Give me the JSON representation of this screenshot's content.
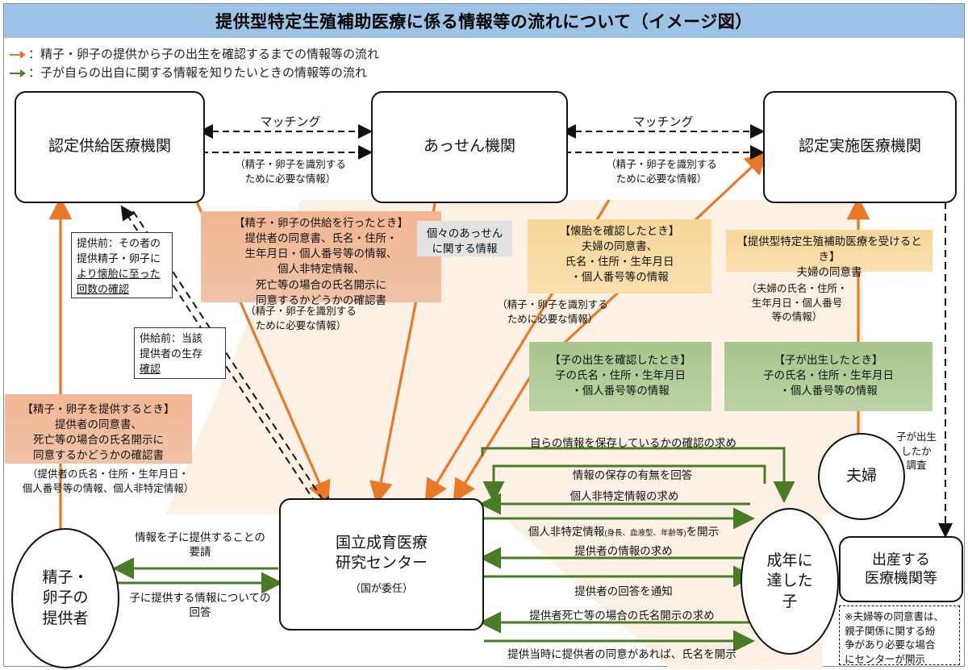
{
  "header": {
    "title": "提供型特定生殖補助医療に係る情報等の流れについて（イメージ図）"
  },
  "legend": [
    {
      "arrow_color": "#e8792b",
      "text": "：精子・卵子の提供から子の出生を確認するまでの情報等の流れ"
    },
    {
      "arrow_color": "#4a7c27",
      "text": "：子が自らの出自に関する情報を知りたいときの情報等の流れ"
    }
  ],
  "nodes": {
    "supply_clinic": "認定供給医療機関",
    "broker": "あっせん機関",
    "impl_clinic": "認定実施医療機関",
    "center_line1": "国立成育医療",
    "center_line2": "研究センター",
    "center_sub": "（国が委任）",
    "donor_l1": "精子・",
    "donor_l2": "卵子の",
    "donor_l3": "提供者",
    "adult_child_l1": "成年に",
    "adult_child_l2": "達した",
    "adult_child_l3": "子",
    "couple": "夫婦",
    "birth_clinic_l1": "出産する",
    "birth_clinic_l2": "医療機関等"
  },
  "matching": {
    "label_left": "マッチング",
    "label_right": "マッチング",
    "sub_left_l1": "（精子・卵子を識別する",
    "sub_left_l2": "ために必要な情報）",
    "sub_right_l1": "（精子・卵子を識別する",
    "sub_right_l2": "ために必要な情報）"
  },
  "info_boxes": {
    "supply_event": {
      "color": "#f3b693",
      "lines": [
        "【精子・卵子の供給を行ったとき】",
        "提供者の同意書、氏名・住所・",
        "生年月日・個人番号等の情報、",
        "個人非特定情報、",
        "死亡等の場合の氏名開示に",
        "同意するかどうかの確認書"
      ],
      "caption_l1": "（精子・卵子を識別する",
      "caption_l2": "ために必要な情報）"
    },
    "donate_event": {
      "color": "#f3b693",
      "lines": [
        "【精子・卵子を提供するとき】",
        "提供者の同意書、",
        "死亡等の場合の氏名開示に",
        "同意するかどうかの確認書"
      ],
      "caption_l1": "（提供者の氏名・住所・生年月日・",
      "caption_l2": "個人番号等の情報、個人非特定情報）"
    },
    "brokerage_info": {
      "color": "#e2e2e2",
      "lines": [
        "個々のあっせん",
        "に関する情報"
      ]
    },
    "conception_event": {
      "color": "#f7d79a",
      "lines": [
        "【懐胎を確認したとき】",
        "夫婦の同意書、",
        "氏名・住所・生年月日",
        "・個人番号等の情報"
      ],
      "caption_l1": "（精子・卵子を識別する",
      "caption_l2": "ために必要な情報）"
    },
    "treatment_event": {
      "color": "#f7d79a",
      "lines": [
        "【提供型特定生殖補助医療を受けるとき】",
        "夫婦の同意書"
      ],
      "caption_l1": "（夫婦の氏名・住所・",
      "caption_l2": "生年月日・個人番号",
      "caption_l3": "等の情報）"
    },
    "birth_confirm_event": {
      "color": "#a7c58c",
      "lines": [
        "【子の出生を確認したとき】",
        "子の氏名・住所・生年月日",
        "・個人番号等の情報"
      ]
    },
    "birth_event": {
      "color": "#a7c58c",
      "lines": [
        "【子が出生したとき】",
        "子の氏名・住所・生年月日",
        "・個人番号等の情報"
      ]
    }
  },
  "callouts": {
    "pre_donation": {
      "l1": "提供前：その者の",
      "l2": "提供精子・卵子に",
      "l3": "より懐胎に至った",
      "l4": "回数の確認"
    },
    "pre_supply": {
      "l1": "供給前：当該",
      "l2": "提供者の生存",
      "l3": "確認"
    },
    "footnote": {
      "l1": "※夫婦等の同意書は、",
      "l2": "親子関係に関する紛",
      "l3": "争があり必要な場合",
      "l4": "にセンターが開示"
    },
    "birth_survey": {
      "l1": "子が出生",
      "l2": "したか",
      "l3": "調査"
    }
  },
  "flow_labels": {
    "donor_request_l1": "情報を子に提供することの",
    "donor_request_l2": "要請",
    "donor_reply_l1": "子に提供する情報についての",
    "donor_reply_l2": "回答",
    "child_1": "自らの情報を保存しているかの確認の求め",
    "child_2": "情報の保存の有無を回答",
    "child_3": "個人非特定情報の求め",
    "child_4_a": "個人非特定情報",
    "child_4_b": "(身長、血液型、年齢等)",
    "child_4_c": "を開示",
    "child_5": "提供者の情報の求め",
    "child_6": "提供者の回答を通知",
    "child_7": "提供者死亡等の場合の氏名開示の求め",
    "child_8": "提供当時に提供者の同意があれば、氏名を開示"
  },
  "colors": {
    "title_bar": "#9dc3e6",
    "orange_arrow": "#e8792b",
    "green_arrow": "#4a7c27",
    "wash": "#fdf1e6"
  }
}
